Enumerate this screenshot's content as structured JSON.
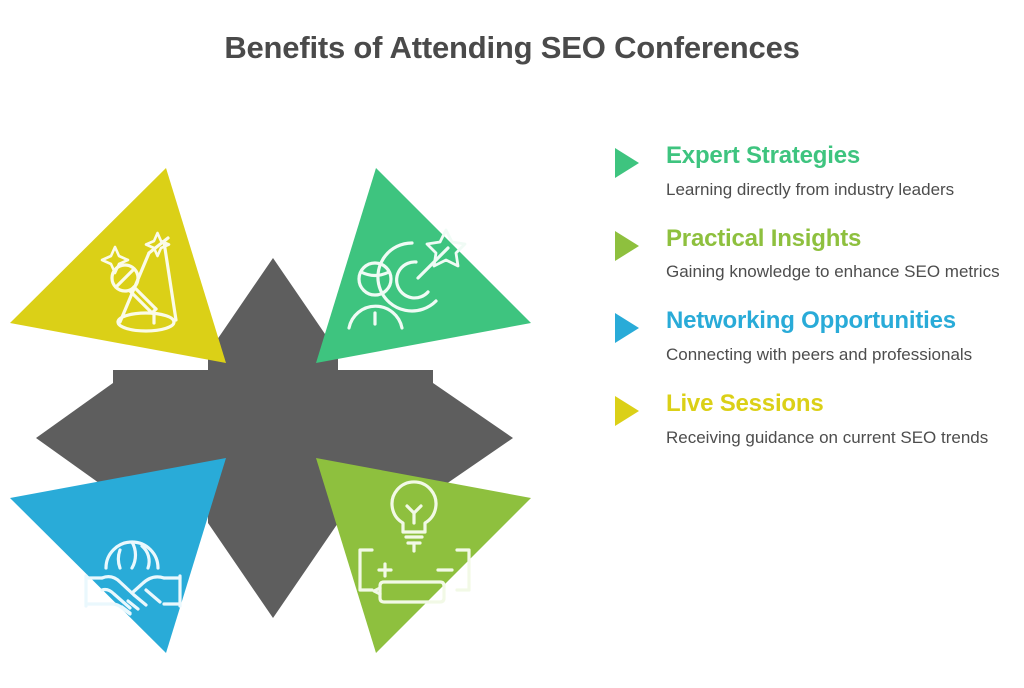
{
  "header": {
    "title": "Benefits of Attending SEO Conferences",
    "title_color": "#4a4a4a"
  },
  "palette": {
    "green": "#3ec47f",
    "olive": "#8ec03e",
    "blue": "#29abd8",
    "yellow": "#dbd017",
    "gray": "#5e5e5e",
    "body_text": "#4d4d4d"
  },
  "graphic": {
    "center_shape": "gray-cross",
    "wedges": [
      {
        "id": "wedge-live-sessions",
        "position": "top-left",
        "color": "#dbd017",
        "icon": "microphone-spotlight-icon",
        "linked_item": "Live Sessions"
      },
      {
        "id": "wedge-expert-strategies",
        "position": "top-right",
        "color": "#3ec47f",
        "icon": "expert-person-star-icon",
        "linked_item": "Expert Strategies"
      },
      {
        "id": "wedge-networking",
        "position": "bottom-left",
        "color": "#29abd8",
        "icon": "handshake-globe-icon",
        "linked_item": "Networking Opportunities"
      },
      {
        "id": "wedge-practical-insights",
        "position": "bottom-right",
        "color": "#8ec03e",
        "icon": "lightbulb-battery-icon",
        "linked_item": "Practical Insights"
      }
    ]
  },
  "list": {
    "items": [
      {
        "heading": "Expert Strategies",
        "description": "Learning directly from industry leaders",
        "color": "#3ec47f"
      },
      {
        "heading": "Practical Insights",
        "description": "Gaining knowledge to enhance SEO metrics",
        "color": "#8ec03e"
      },
      {
        "heading": "Networking Opportunities",
        "description": "Connecting with peers and professionals",
        "color": "#29abd8"
      },
      {
        "heading": "Live Sessions",
        "description": "Receiving guidance on current SEO trends",
        "color": "#dbd017"
      }
    ]
  }
}
